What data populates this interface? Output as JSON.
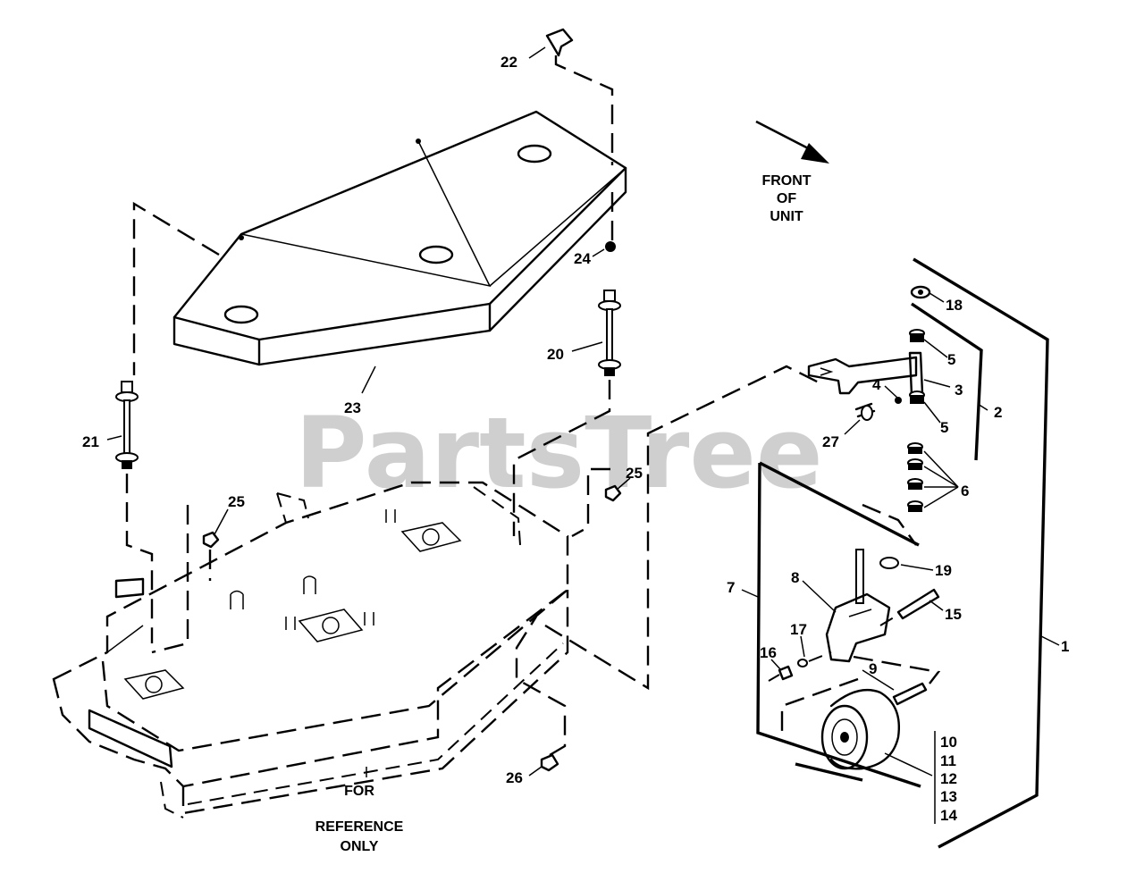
{
  "watermark": "PartsTree",
  "front_label": [
    "FRONT",
    "OF",
    "UNIT"
  ],
  "reference_label": [
    "FOR",
    "REFERENCE",
    "ONLY"
  ],
  "callouts": {
    "c1": "1",
    "c2": "2",
    "c3": "3",
    "c4": "4",
    "c5a": "5",
    "c5b": "5",
    "c6": "6",
    "c7": "7",
    "c8": "8",
    "c9": "9",
    "c10": "10",
    "c11": "11",
    "c12": "12",
    "c13": "13",
    "c14": "14",
    "c15": "15",
    "c16": "16",
    "c17": "17",
    "c18": "18",
    "c19": "19",
    "c20": "20",
    "c21": "21",
    "c22": "22",
    "c23": "23",
    "c24": "24",
    "c25a": "25",
    "c25b": "25",
    "c26": "26",
    "c27": "27"
  }
}
